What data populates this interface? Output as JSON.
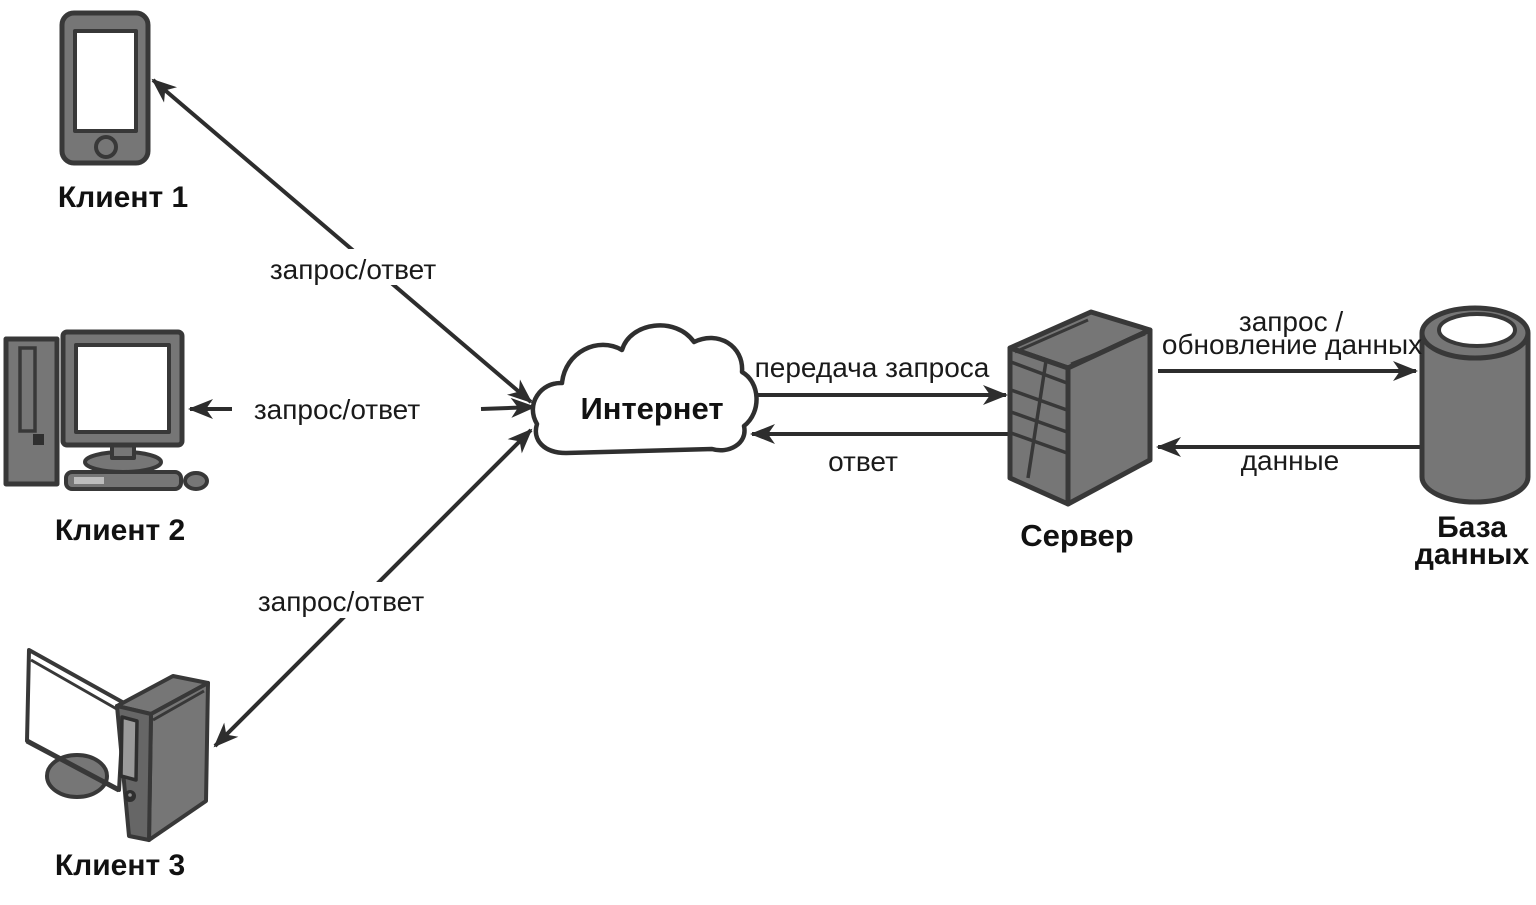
{
  "diagram_type": "client-server-architecture",
  "colors": {
    "background": "#ffffff",
    "shape_fill": "#767676",
    "shape_fill_dark": "#666666",
    "outline": "#383838",
    "arrow": "#2d2d2d",
    "text": "#111111"
  },
  "nodes": {
    "client1": {
      "label": "Клиент 1",
      "icon": "smartphone-icon"
    },
    "client2": {
      "label": "Клиент 2",
      "icon": "desktop-computer-icon"
    },
    "client3": {
      "label": "Клиент 3",
      "icon": "workstation-computer-icon"
    },
    "internet": {
      "label": "Интернет",
      "icon": "cloud-icon"
    },
    "server": {
      "label": "Сервер",
      "icon": "server-tower-icon"
    },
    "database": {
      "lines": [
        "База",
        "данных"
      ],
      "icon": "database-cylinder-icon"
    }
  },
  "edges": {
    "client1_internet": {
      "label": "запрос/ответ",
      "direction": "bidirectional"
    },
    "client2_internet": {
      "label": "запрос/ответ",
      "direction": "bidirectional"
    },
    "client3_internet": {
      "label": "запрос/ответ",
      "direction": "bidirectional"
    },
    "internet_to_server": {
      "label": "передача запроса",
      "direction": "to-server"
    },
    "server_to_internet": {
      "label": "ответ",
      "direction": "to-internet"
    },
    "server_to_database": {
      "lines": [
        "запрос /",
        "обновление данных"
      ],
      "direction": "to-database"
    },
    "database_to_server": {
      "label": "данные",
      "direction": "to-server"
    }
  }
}
